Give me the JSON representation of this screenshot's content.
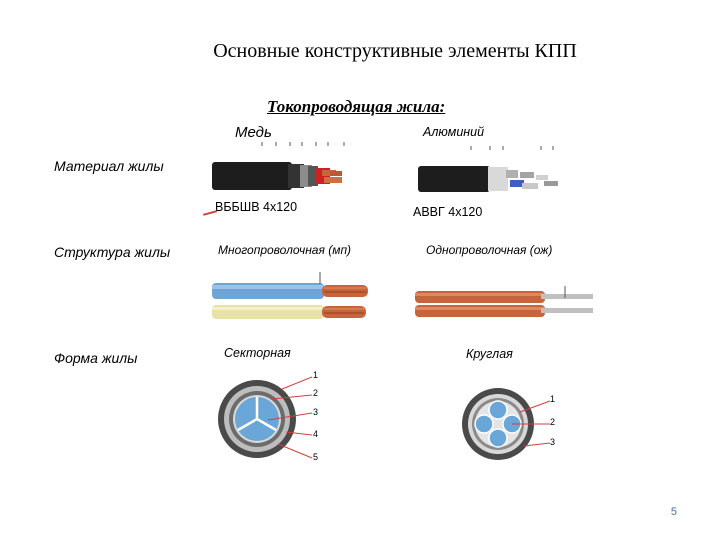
{
  "title": "Основные конструктивные элементы КПП",
  "subtitle": "Токопроводящая жила:",
  "rows": {
    "material": "Материал жилы",
    "structure": "Структура жилы",
    "shape": "Форма жилы"
  },
  "columns": {
    "copper": "Медь",
    "aluminium": "Алюминий"
  },
  "cables": {
    "copper_label": "ВББШВ 4х120",
    "aluminium_label": "АВВГ 4х120"
  },
  "structure_types": {
    "multi": "Многопроволочная (мп)",
    "single": "Однопроволочная (ож)"
  },
  "shape_types": {
    "sector": "Секторная",
    "round": "Круглая"
  },
  "callouts_sector": [
    "1",
    "2",
    "3",
    "4",
    "5"
  ],
  "callouts_round": [
    "1",
    "2",
    "3"
  ],
  "slide_number": "5",
  "colors": {
    "copper": "#c8643c",
    "blue_wire": "#6fa4d6",
    "yellow_wire": "#e8e2a8",
    "callout_red": "#d04040"
  }
}
